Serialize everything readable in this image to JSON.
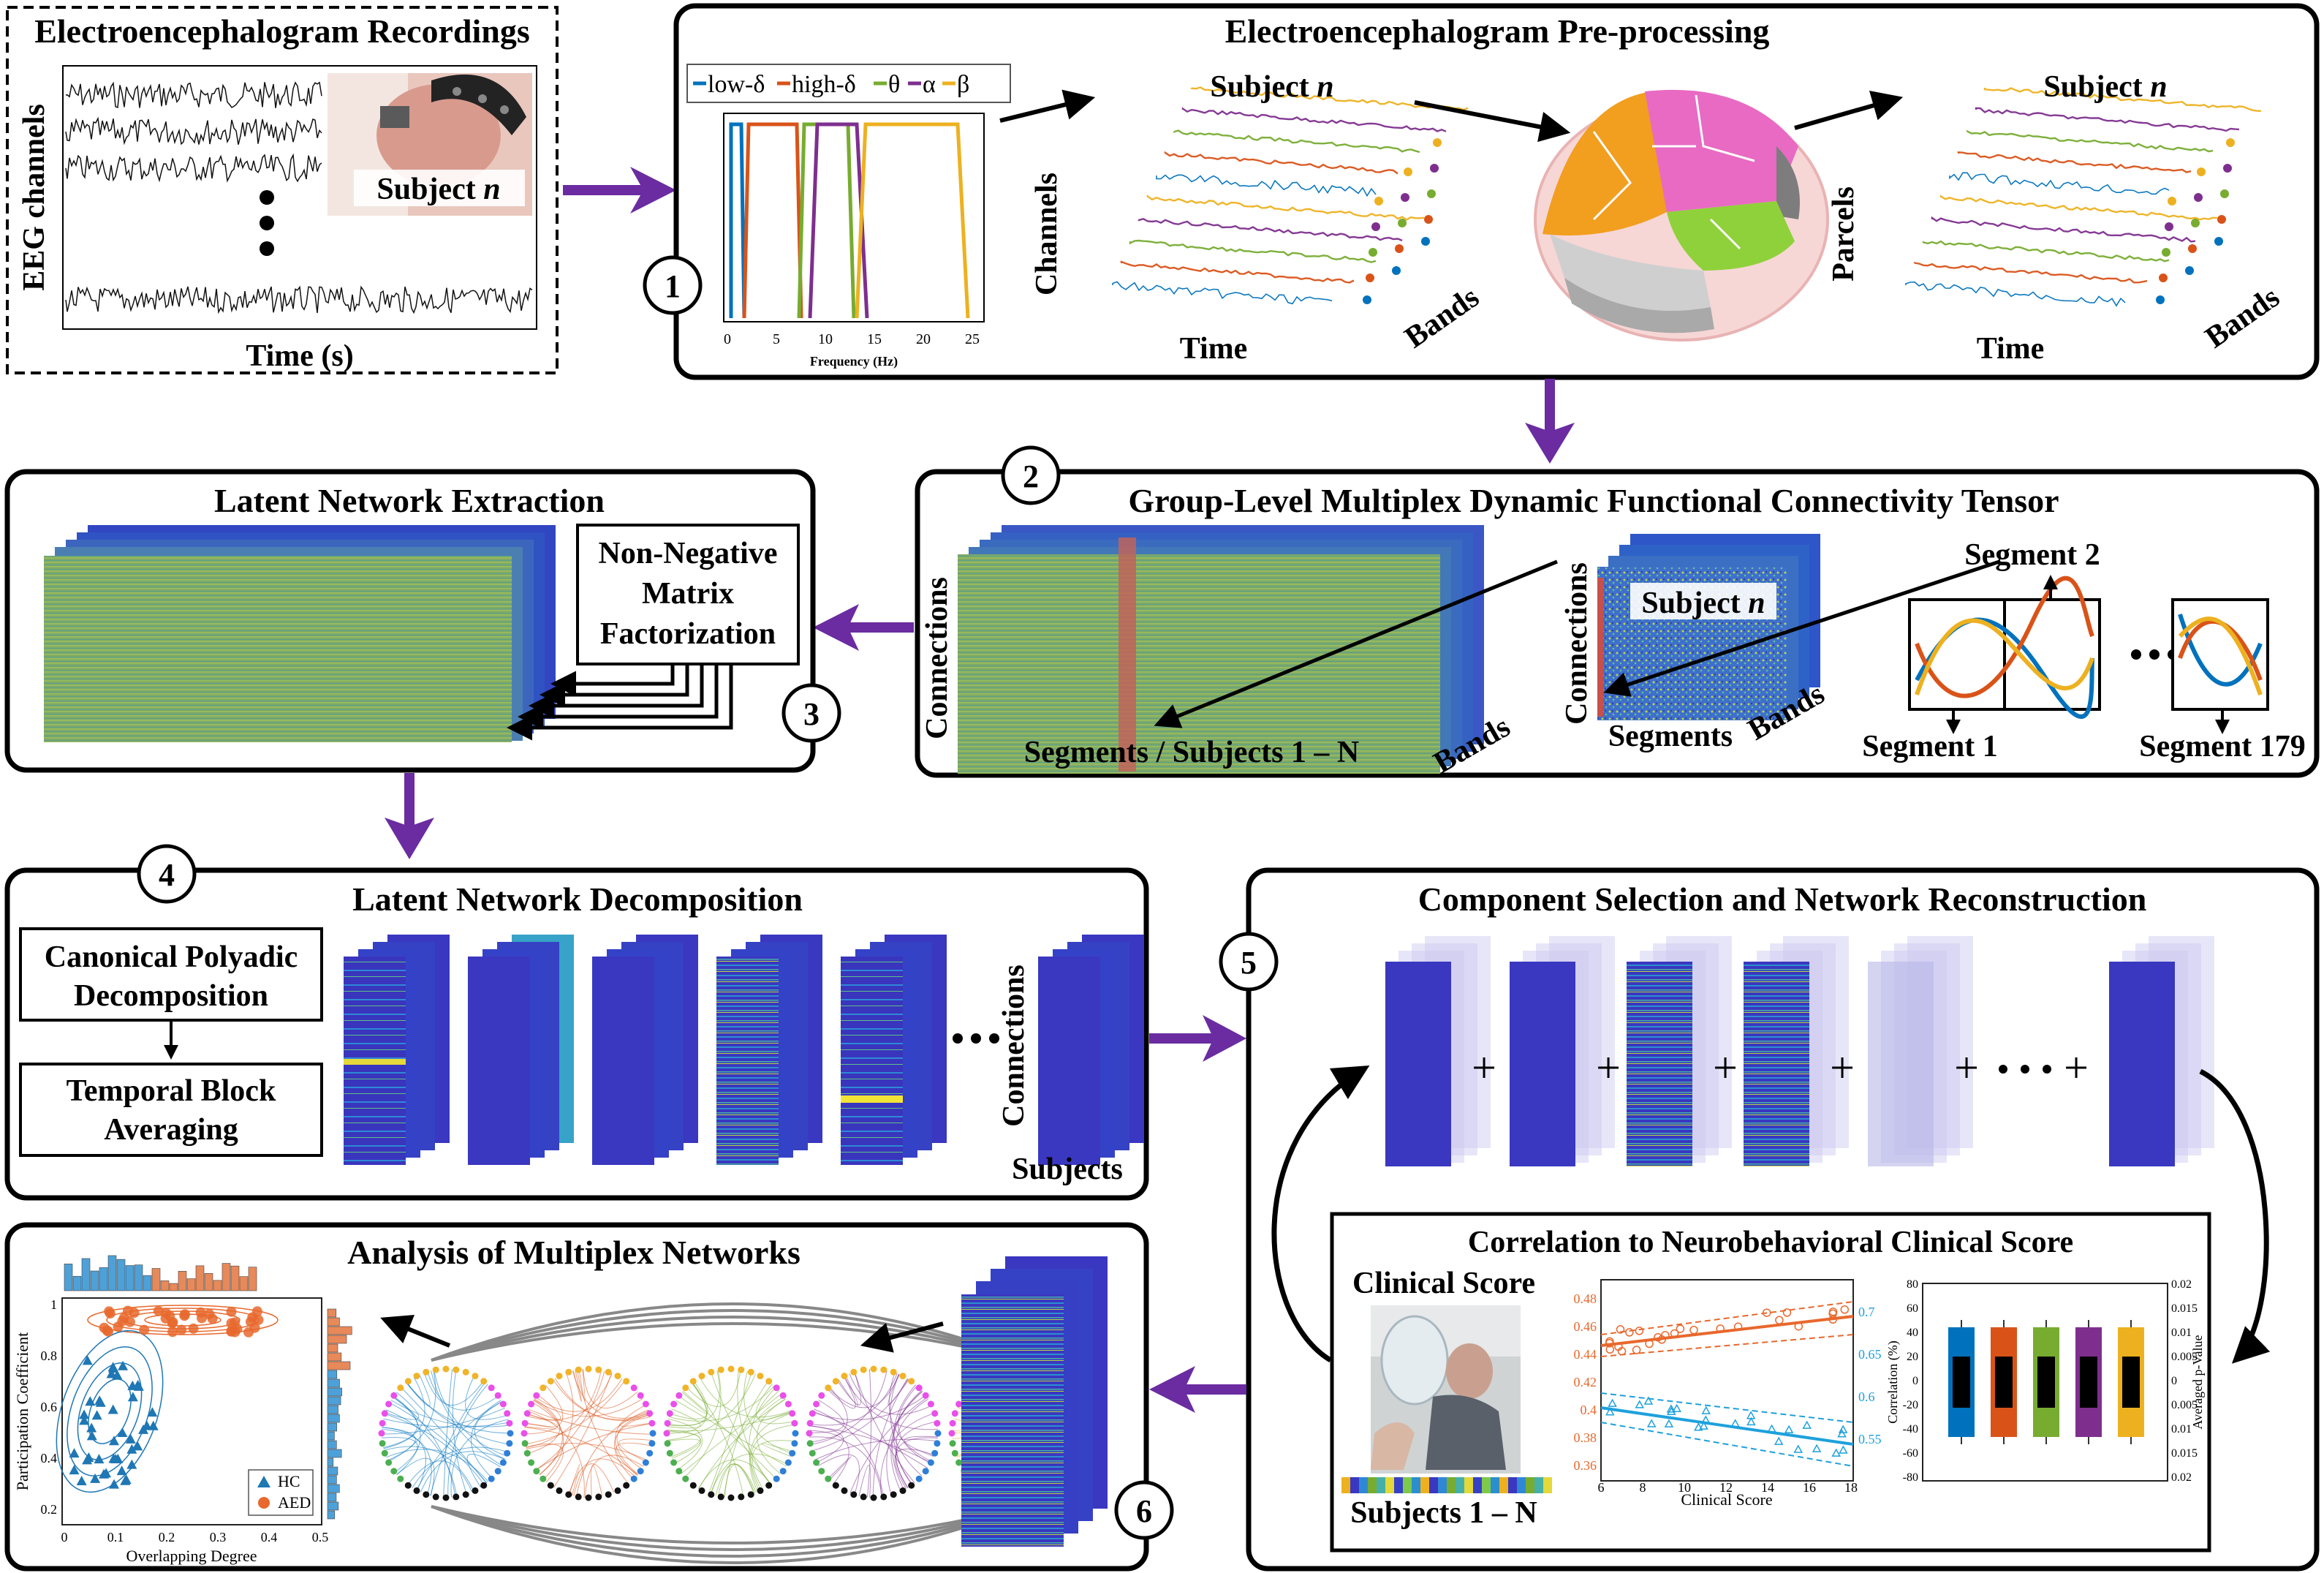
{
  "panels": {
    "recordings": {
      "title": "Electroencephalogram Recordings",
      "ylabel": "EEG channels",
      "xlabel": "Time (s)",
      "photo_label_pre": "Subject ",
      "photo_label_var": "n"
    },
    "preprocessing": {
      "title": "Electroencephalogram Pre-processing",
      "step": "1",
      "legend": [
        "low-δ",
        "high-δ",
        "θ",
        "α",
        "β"
      ],
      "band_colors": [
        "#0072bd",
        "#d95319",
        "#77ac30",
        "#7e2f8e",
        "#edb120"
      ],
      "freq_xlabel": "Frequency (Hz)",
      "freq_ticks": [
        "0",
        "5",
        "10",
        "15",
        "20",
        "25"
      ],
      "stack1": {
        "subject_pre": "Subject ",
        "subject_var": "n",
        "yaxis": "Channels",
        "xaxis": "Time",
        "zaxis": "Bands"
      },
      "stack2": {
        "subject_pre": "Subject ",
        "subject_var": "n",
        "yaxis": "Parcels",
        "xaxis": "Time",
        "zaxis": "Bands"
      }
    },
    "tensor": {
      "title": "Group-Level Multiplex Dynamic Functional Connectivity Tensor",
      "step": "2",
      "big_yaxis": "Connections",
      "big_xaxis": "Segments / Subjects 1 – N",
      "bands": "Bands",
      "sub_yaxis": "Connections",
      "sub_xaxis": "Segments",
      "sub_title_pre": "Subject ",
      "sub_title_var": "n",
      "seg1": "Segment 1",
      "seg2": "Segment 2",
      "seg179": "Segment 179"
    },
    "extraction": {
      "title": "Latent Network Extraction",
      "nmf": [
        "Non-Negative",
        "Matrix",
        "Factorization"
      ],
      "step": "3"
    },
    "decomposition": {
      "title": "Latent Network Decomposition",
      "step": "4",
      "cpd": [
        "Canonical Polyadic",
        "Decomposition"
      ],
      "tba": [
        "Temporal Block",
        "Averaging"
      ],
      "yaxis": "Connections",
      "xaxis": "Subjects"
    },
    "selection": {
      "title": "Component Selection and Network Reconstruction",
      "step": "5"
    },
    "correlation": {
      "title": "Correlation to Neurobehavioral Clinical Score",
      "photo_title": "Clinical Score",
      "subjects": "Subjects 1 – N",
      "scatter_xlabel": "Clinical Score",
      "scatter_xticks": [
        "6",
        "8",
        "10",
        "12",
        "14",
        "16",
        "18"
      ],
      "scatter_left_ticks": [
        "0.48",
        "0.46",
        "0.44",
        "0.42",
        "0.4",
        "0.38",
        "0.36"
      ],
      "scatter_right_ticks": [
        "0.7",
        "0.65",
        "0.6",
        "0.55"
      ],
      "box_ylabel": "Correlation (%)",
      "box_y2label": "Averaged p-Value",
      "box_left_ticks": [
        "80",
        "60",
        "40",
        "20",
        "0",
        "-20",
        "-40",
        "-60",
        "-80"
      ],
      "box_right_ticks": [
        "0.02",
        "0.015",
        "0.01",
        "0.005",
        "0",
        "0.005",
        "0.01",
        "0.015",
        "0.02"
      ]
    },
    "analysis": {
      "title": "Analysis of Multiplex Networks",
      "step": "6",
      "xlabel": "Overlapping Degree",
      "ylabel": "Participation Coefficient",
      "xticks": [
        "0",
        "0.1",
        "0.2",
        "0.3",
        "0.4",
        "0.5"
      ],
      "yticks": [
        "1",
        "0.8",
        "0.6",
        "0.4",
        "0.2"
      ],
      "legend": [
        {
          "name": "HC",
          "color": "#1f77b4"
        },
        {
          "name": "AED",
          "color": "#e8682d"
        }
      ]
    }
  },
  "colors": {
    "arrow_purple": "#6a2ca0",
    "matrix_fill": "#6aa56c",
    "matrix_deep": "#3b3bc8"
  }
}
